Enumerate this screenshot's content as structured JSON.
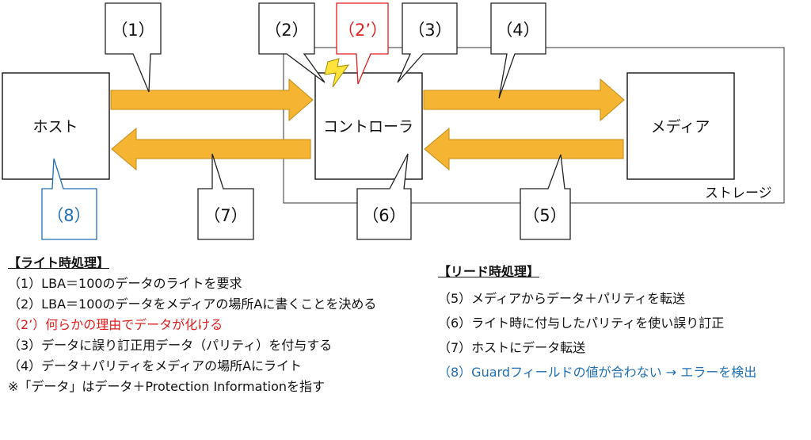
{
  "boxes": {
    "host": "ホスト",
    "controller": "コントローラ",
    "media": "メディア",
    "storage": "ストレージ"
  },
  "callouts": {
    "c1": "（1）",
    "c2": "（2）",
    "c2p": "（2’）",
    "c3": "（3）",
    "c4": "（4）",
    "c5": "（5）",
    "c6": "（6）",
    "c7": "（7）",
    "c8": "（8）"
  },
  "colors": {
    "arrow": "#f5b532",
    "arrow_stroke": "#c58a10",
    "lightning": "#ffe33a",
    "red": "#e01e1e",
    "blue": "#1f6fb5"
  },
  "write_process": {
    "heading": "【ライト時処理】",
    "lines": [
      "（1）LBA＝100のデータのライトを要求",
      "（2）LBA＝100のデータをメディアの場所Aに書くことを決める",
      "（2’）何らかの理由でデータが化ける",
      "（3）データに誤り訂正用データ（パリティ）を付与する",
      "（4）データ＋パリティをメディアの場所Aにライト",
      "※「データ」はデータ＋Protection Informationを指す"
    ]
  },
  "read_process": {
    "heading": "【リード時処理】",
    "lines": [
      "（5）メディアからデータ＋パリティを転送",
      "（6）ライト時に付与したパリティを使い誤り訂正",
      "（7）ホストにデータ転送",
      "（8）Guardフィールドの値が合わない → エラーを検出"
    ]
  }
}
